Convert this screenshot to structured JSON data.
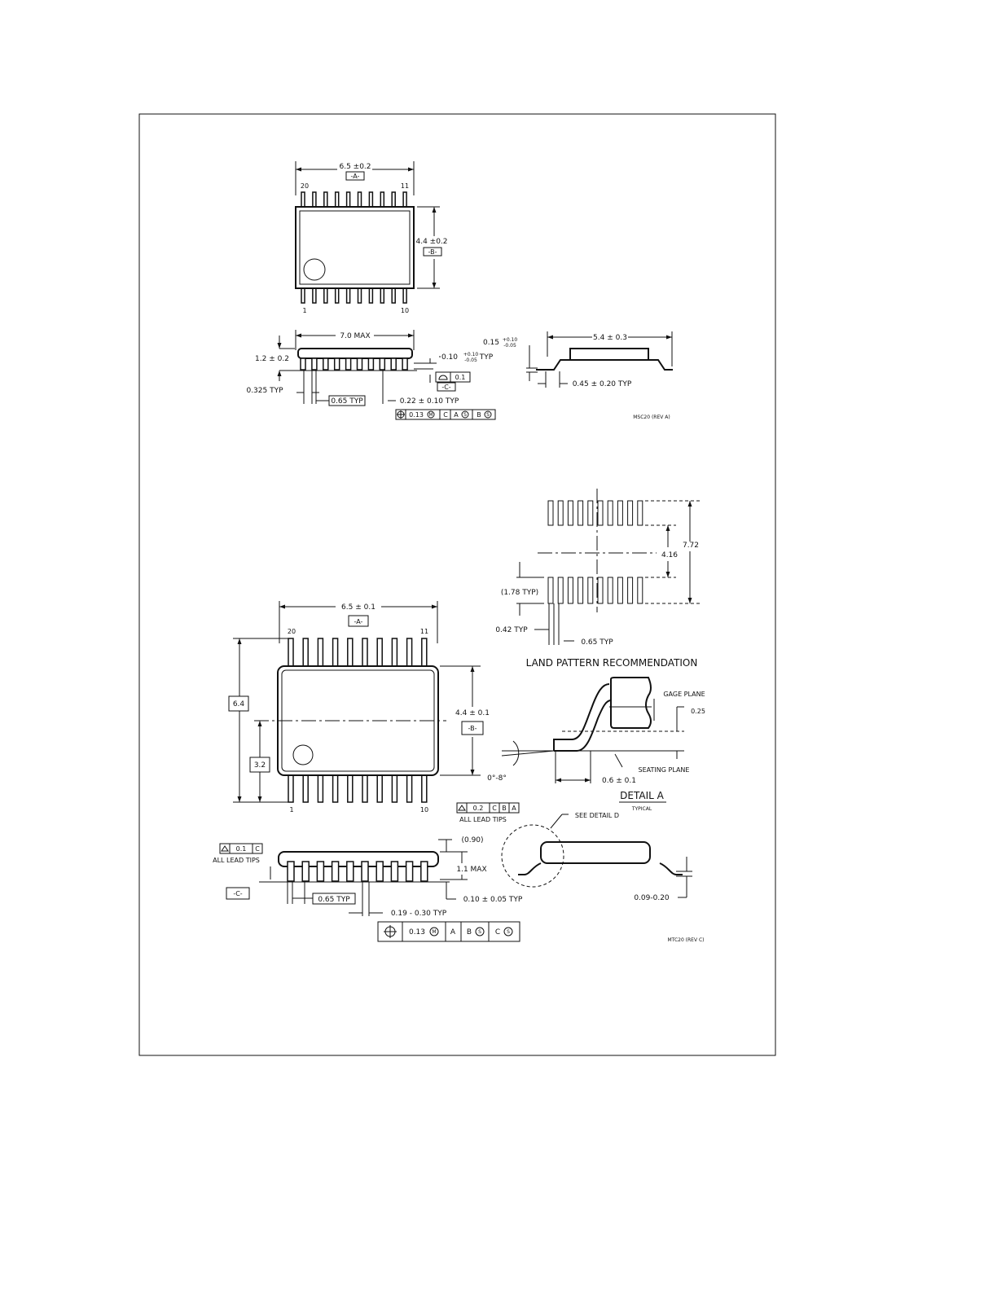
{
  "top": {
    "width_dim": "6.5 ±0.2",
    "datum_a": "-A-",
    "pin20": "20",
    "pin11": "11",
    "pin1": "1",
    "pin10": "10",
    "height_dim": "4.4 ±0.2",
    "datum_b": "-B-",
    "max_len": "7.0 MAX",
    "body_h": "1.2 ± 0.2",
    "pitch_325": "0.325 TYP",
    "pitch_065": "0.65 TYP",
    "lead_w": "0.22 ± 0.10 TYP",
    "standoff": "0.10",
    "standoff_tol_hi": "+0.10",
    "standoff_tol_lo": "-0.05",
    "standoff_typ": "TYP",
    "datum_c": "-C-",
    "flat_val": "0.1",
    "pos_tol": [
      "0.13",
      "M",
      "C",
      "A",
      "S",
      "B",
      "S"
    ],
    "lead_t": "0.15",
    "lead_t_hi": "+0.10",
    "lead_t_lo": "-0.05",
    "span": "5.4 ± 0.3",
    "foot": "0.45 ± 0.20 TYP",
    "ref": "MSC20 (REV A)"
  },
  "land": {
    "span": "7.72",
    "inner": "4.16",
    "pad_len": "(1.78 TYP)",
    "pad_w": "0.42 TYP",
    "pitch": "0.65 TYP",
    "title": "LAND PATTERN RECOMMENDATION"
  },
  "bottom": {
    "width_dim": "6.5 ± 0.1",
    "datum_a": "-A-",
    "pin20": "20",
    "pin11": "11",
    "pin1": "1",
    "pin10": "10",
    "overall": "6.4",
    "half": "3.2",
    "height_dim": "4.4 ± 0.1",
    "datum_b": "-B-",
    "tips_tol": [
      "0.2",
      "C",
      "B",
      "A"
    ],
    "tips_label": "ALL LEAD TIPS",
    "tips_tol2": [
      "0.1",
      "C"
    ],
    "tips_label2": "ALL LEAD TIPS",
    "datum_c": "-C-",
    "pitch": "0.65 TYP",
    "lead_w": "0.19 - 0.30 TYP",
    "standoff": "0.10 ± 0.05 TYP",
    "ref_h": "(0.90)",
    "max_h": "1.1 MAX",
    "pos_tol": [
      "0.13",
      "M",
      "A",
      "B",
      "S",
      "C",
      "S"
    ],
    "see_detail": "SEE DETAIL D",
    "lead_t": "0.09-0.20",
    "ref": "MTC20 (REV C)"
  },
  "detail": {
    "gage": "GAGE PLANE",
    "gage_val": "0.25",
    "seating": "SEATING PLANE",
    "angle": "0°-8°",
    "foot": "0.6 ± 0.1",
    "title": "DETAIL A",
    "subtitle": "TYPICAL"
  }
}
